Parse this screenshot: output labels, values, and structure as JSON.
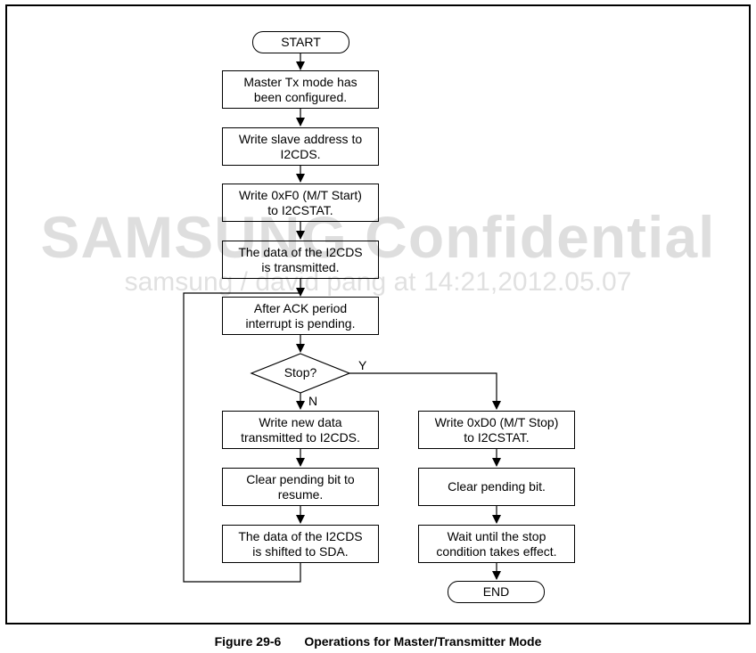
{
  "watermark": {
    "main": "SAMSUNG Confidential",
    "sub": "samsung / david pang at 14:21,2012.05.07"
  },
  "caption": {
    "figure": "Figure 29-6",
    "title": "Operations for Master/Transmitter Mode"
  },
  "flow": {
    "start": "START",
    "end": "END",
    "steps": [
      "Master Tx mode has\nbeen configured.",
      "Write slave address to\nI2CDS.",
      "Write 0xF0 (M/T Start)\nto I2CSTAT.",
      "The data of the I2CDS\nis transmitted.",
      "After ACK period\ninterrupt is pending."
    ],
    "decision": "Stop?",
    "yes_label": "Y",
    "no_label": "N",
    "no_branch": [
      "Write new data\ntransmitted to I2CDS.",
      "Clear pending bit to\nresume.",
      "The data of the I2CDS\nis shifted to SDA."
    ],
    "yes_branch": [
      "Write 0xD0 (M/T Stop)\nto I2CSTAT.",
      "Clear pending bit.",
      "Wait until the stop\ncondition takes effect."
    ]
  }
}
